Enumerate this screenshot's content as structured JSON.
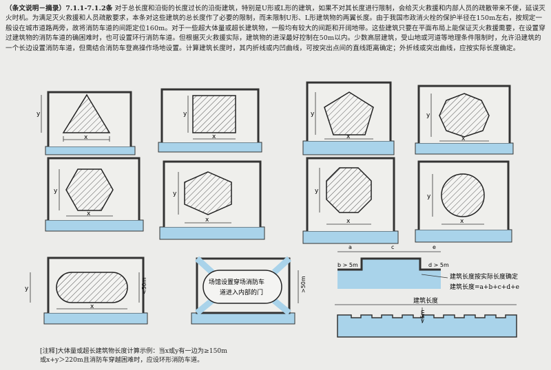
{
  "header": {
    "tag": "（条文说明－摘录）7.1.1-7.1.2条",
    "text": "对于总长度和沿街的长度过长的沿街建筑，特别是U形或L形的建筑，如果不对其长度进行限制，会给灭火救援和内部人员的疏散带来不便，延误灭火时机。为满足灭火救援和人员疏散要求，本条对这些建筑的总长度作了必要的限制，而未限制U形、L形建筑物的两翼长度。由于我国市政消火栓的保护半径在150m左右，按规定一般设在城市道路两旁，故将消防车道的间距定位160m。对于一些超大体量或超长建筑物，一般均有较大的间距和开阔地带。这些建筑只要在平面布局上能保证灭火救援需要，在设置穿过建筑物的消防车道的确困难时，也可设置环行消防车道。但根据灭火救援实际，建筑物的进深最好控制在50m以内。少数高层建筑，受山地或河道等地理条件限制时，允许沿建筑的一个长边设置消防车道，但需结合消防车登高操作场地设置。计算建筑长度时，其内折线或内凹曲线，可按突出点间的直线距离确定；外折线或突出曲线，应按实际长度确定。"
  },
  "diagram_labels": {
    "x": "x",
    "y": "y",
    "lt50": "<50m",
    "gt50": ">50m",
    "passage": [
      "场馆设置穿场消防车",
      "道进入内部的门"
    ],
    "a": "a",
    "b": "b",
    "c": "c",
    "d": "d",
    "e": "e",
    "b_gt5": "b > 5m",
    "d_gt5": "d > 5m",
    "len_actual": "建筑长度按实际长度确定",
    "len_formula": "建筑长度=a+b+c+d+e",
    "len_title": "建筑长度",
    "lt5": "<5m"
  },
  "note": {
    "line1": "[注释]大体量或超长建筑物长度计算示例：当x或y有一边为≥150m",
    "line2": "或x+y＞220m且消防车穿越困难时，应设环形消防车道。"
  },
  "colors": {
    "road": "#a9d3ea",
    "line": "#333333"
  }
}
